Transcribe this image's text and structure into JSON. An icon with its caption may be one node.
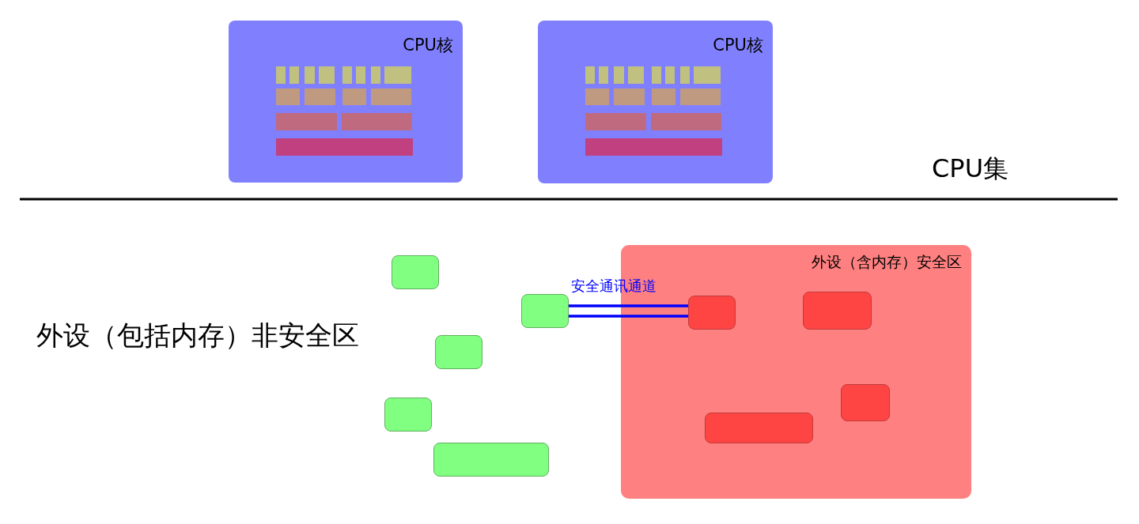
{
  "diagram": {
    "nodes": [
      {
        "text": [
          "CPU核"
        ]
      },
      {
        "text": [
          "CPU核"
        ]
      },
      {
        "text": [
          "外设（含内存）安全区"
        ]
      },
      {
        "text": [],
        "shape": "box"
      },
      {
        "text": [],
        "shape": "box"
      },
      {
        "text": [],
        "shape": "box"
      },
      {
        "text": [],
        "shape": "box"
      },
      {
        "text": [],
        "shape": "box"
      },
      {
        "text": [],
        "shape": "box",
        "in": 2
      },
      {
        "text": [],
        "shape": "box",
        "in": 2
      },
      {
        "text": [],
        "shape": "box",
        "in": 2
      },
      {
        "text": [],
        "shape": "box",
        "in": 2
      }
    ],
    "edges": [
      {
        "from": 4,
        "to": 8,
        "arrow": "none",
        "label": "安全通讯通道",
        "color": "#0000ff"
      }
    ],
    "labels": [
      "CPU集",
      "外设（包括内存）非安全区"
    ]
  }
}
